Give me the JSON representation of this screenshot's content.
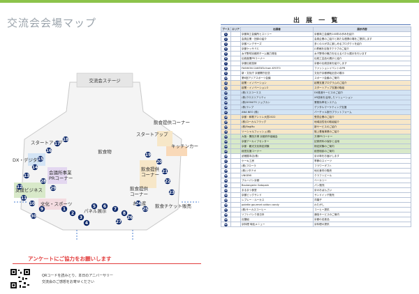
{
  "left": {
    "title": "交流会会場マップ",
    "labels": {
      "stage": "交流会ステージ",
      "food_corner_1": "飲食提供コーナー",
      "food_corner_2": "飲食提供\nコーナー",
      "food_corner_3": "飲食提供\nコーナー",
      "kitchen_car": "キッチンカー",
      "startup_left": "スタートアップ",
      "startup_right": "スタートアップ",
      "dx": "DX・デジタル",
      "meeting_pr": "会議所事業\nPRコーナー",
      "support_biz": "支援ビジネス",
      "culture": "文化・スポーツ",
      "food_area": "飲食物",
      "panel": "パネル展示",
      "souvenir": "お土産",
      "food_ticket": "飲食チケット販売"
    },
    "bubbles": [
      "1",
      "2",
      "3",
      "4",
      "5",
      "6",
      "7",
      "8",
      "9",
      "10",
      "11",
      "12",
      "13",
      "14",
      "15",
      "16",
      "17",
      "18",
      "19",
      "20",
      "21",
      "22",
      "23",
      "24",
      "25",
      "26",
      "27",
      "28",
      "29",
      "30"
    ],
    "survey_title": "アンケートにご協力をお願いします",
    "survey_text_1": "QRコードを読みとり、本日のアニバーサリー",
    "survey_text_2": "交流会のご感想をお寄せください"
  },
  "right": {
    "title": "出 展 一 覧",
    "headers": [
      "ブース",
      "エリア",
      "出展者",
      "展示内容"
    ],
    "areas": {
      "a": "DX・デジタル",
      "b": "会議所事業",
      "c": "スタートアップ",
      "d": "文化・スポーツ",
      "e": "支援ビジネス",
      "f": "お土産"
    },
    "rows": [
      {
        "n": "1",
        "name": "京都商工会議所ヒストリー",
        "desc": "京都商工会議所140年の歩みを紹介"
      },
      {
        "n": "2",
        "name": "会員企業・団体の紹介",
        "desc": "会員企業のご紹介と新たな連携の場をご提供します"
      },
      {
        "n": "3",
        "name": "京都ハンデサーズ",
        "desc": "多くの人が共に楽しめるプロダクトを紹介"
      },
      {
        "n": "4",
        "name": "京都ケッサ F.C.",
        "desc": "J1昇格を目指すクラブのご紹介"
      },
      {
        "n": "5",
        "name": "女子野球京都府チーム魅力発信",
        "desc": "女子野球の魅力を伝えるパネル展示を行います"
      },
      {
        "n": "6",
        "name": "伝統産業PRコーナー",
        "desc": "伝統工芸品の展示と紹介"
      },
      {
        "n": "7",
        "name": "京都伝統技術",
        "desc": "京都の伝統技術を紹介します"
      },
      {
        "n": "8",
        "name": "FASHION CANTATA from KYOTO",
        "desc": "ファッションイベントのPR"
      },
      {
        "n": "9",
        "name": "新・文化庁 京都開庁記念",
        "desc": "文化庁京都移転記念の展示"
      },
      {
        "n": "10",
        "name": "第6回アジアスポーツ会議",
        "desc": "スポーツ会議のご案内"
      },
      {
        "n": "11",
        "name": "起業・イノベーション",
        "desc": "起業支援プログラムのご紹介"
      },
      {
        "n": "12",
        "name": "起業・イノベーション2",
        "desc": "スタートアップ支援の取組"
      },
      {
        "n": "13",
        "name": "(株)エスユーエス",
        "desc": "DX推進サービスのご紹介"
      },
      {
        "n": "14",
        "name": "(株)クロスリアリティ",
        "desc": "XR技術を活用したソリューション"
      },
      {
        "n": "15",
        "name": "(株)DONUTS ジョブカン",
        "desc": "業務効率化システム"
      },
      {
        "n": "16",
        "name": "(株)ランプ",
        "desc": "デジタルマーケティング支援"
      },
      {
        "n": "17",
        "name": "ANA NEO (株)",
        "desc": "バーチャル旅行プラットフォーム"
      },
      {
        "n": "18",
        "name": "京都・和歌アントレ大賞2022",
        "desc": "受賞企業のご紹介"
      },
      {
        "n": "19",
        "name": "(株)ローカルフラッグ",
        "desc": "地域活性化の取組紹介"
      },
      {
        "n": "20",
        "name": "(株)RegMo",
        "desc": "新サービスのご紹介"
      },
      {
        "n": "21",
        "name": "ソーシャルフィッシュ(株)",
        "desc": "陸上養殖事業のご紹介"
      },
      {
        "n": "22",
        "name": "大阪・関西万博 京都府市協議会",
        "desc": "万博PRコーナー"
      },
      {
        "n": "23",
        "name": "京都アーカイブセンター",
        "desc": "記録資料の保存と活用"
      },
      {
        "n": "24",
        "name": "京都・観光文化検定試験",
        "desc": "検定試験のご案内"
      },
      {
        "n": "25",
        "name": "経営支援コーナー",
        "desc": "経営相談のご案内"
      },
      {
        "n": "26",
        "name": "武蔵屋本店(株)",
        "desc": "京の味をお届けします"
      },
      {
        "n": "27",
        "name": "ケーキ工房",
        "desc": "季節のスイーツ"
      },
      {
        "n": "28",
        "name": "(株)フローラ",
        "desc": "フラワーギフト"
      },
      {
        "n": "29",
        "name": "(株)ジタテオ",
        "desc": "地元食材の販売"
      },
      {
        "n": "30",
        "name": "UNSEMI",
        "desc": "クラフトビール"
      },
      {
        "n": "31",
        "name": "ブルーパン京都",
        "desc": "ベーカリー"
      },
      {
        "n": "32",
        "name": "Boulangerie Gatopain",
        "desc": "パン販売"
      },
      {
        "n": "33",
        "name": "まるまつ食堂",
        "desc": "京のおばんざい"
      },
      {
        "n": "34",
        "name": "京都ビッグサンド",
        "desc": "サンドイッチ販売"
      },
      {
        "n": "35",
        "name": "レブレー・ルーカス",
        "desc": "洋菓子"
      },
      {
        "n": "36",
        "name": "palette gourmet cotton candy",
        "desc": "わたがし"
      },
      {
        "n": "37",
        "name": "(株)サーカスコーヒー",
        "desc": "コーヒー提供"
      },
      {
        "n": "38",
        "name": "ソフトバンク西日本",
        "desc": "通信サービスのご案内"
      },
      {
        "n": "39",
        "name": "近畿組",
        "desc": "京都の名産品"
      },
      {
        "n": "40",
        "name": "京料理 味処メニュー",
        "desc": "京料理の提供"
      }
    ]
  },
  "colors": {
    "accent": "#8cc34b",
    "navy": "#0f2a6b",
    "survey_red": "#e23b3b"
  }
}
